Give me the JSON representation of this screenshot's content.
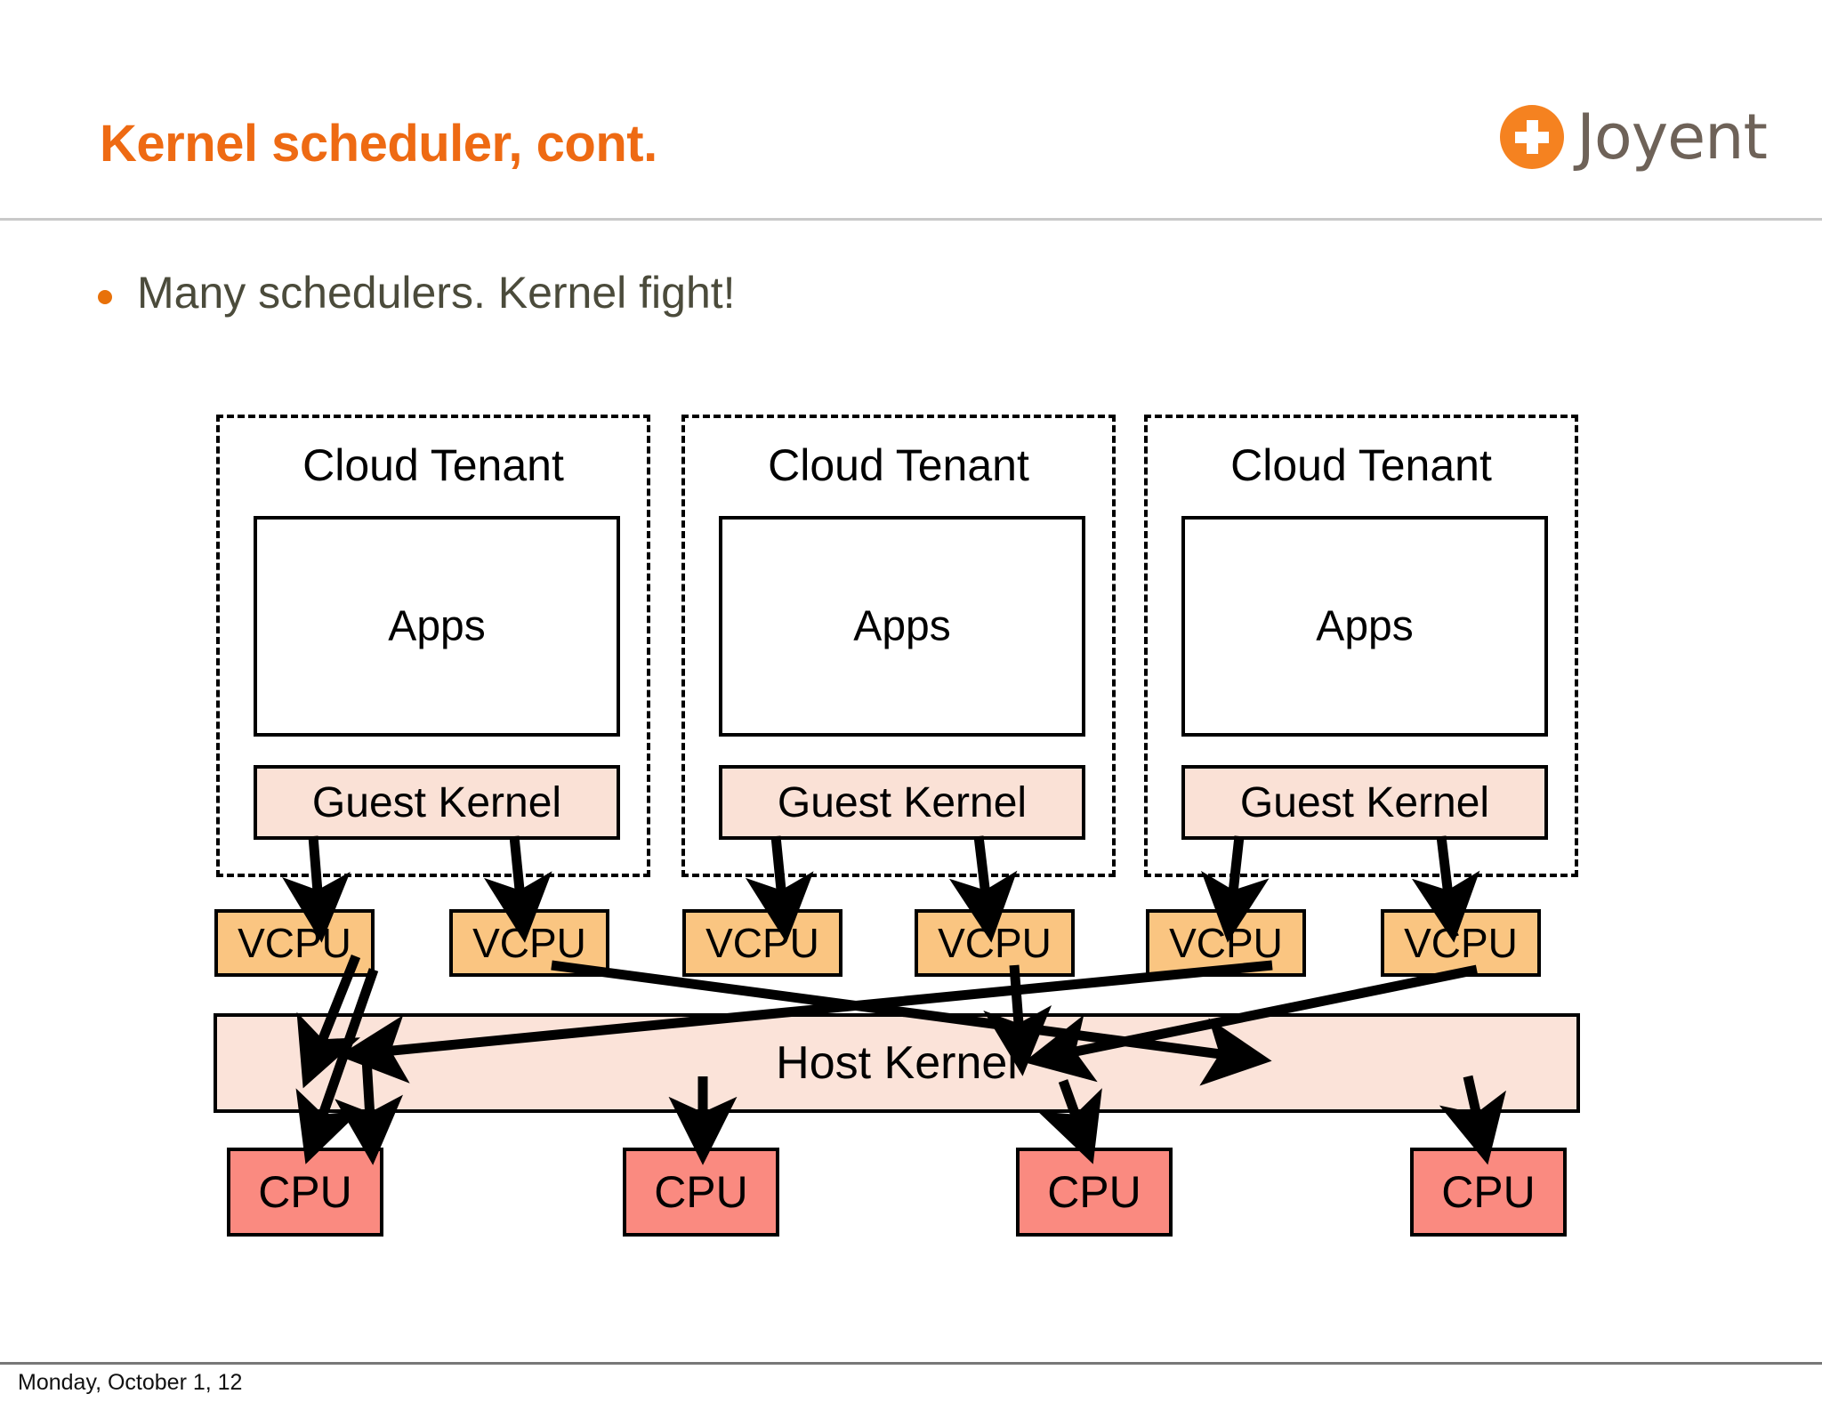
{
  "slide": {
    "title": "Kernel scheduler, cont.",
    "accent_color": "#EE6A13",
    "bullets": [
      {
        "text": "Many schedulers. Kernel fight!",
        "dot_color": "#E8710A"
      }
    ],
    "footer": "Monday, October 1, 12"
  },
  "logo": {
    "wordmark": "Joyent",
    "mark_icon": "plus-circle-icon",
    "mark_color": "#F58220",
    "word_color": "#6E6258"
  },
  "diagram": {
    "tenants": [
      {
        "label": "Cloud Tenant",
        "apps": "Apps",
        "guest_kernel": "Guest Kernel"
      },
      {
        "label": "Cloud Tenant",
        "apps": "Apps",
        "guest_kernel": "Guest Kernel"
      },
      {
        "label": "Cloud Tenant",
        "apps": "Apps",
        "guest_kernel": "Guest Kernel"
      }
    ],
    "vcpus": [
      {
        "label": "VCPU"
      },
      {
        "label": "VCPU"
      },
      {
        "label": "VCPU"
      },
      {
        "label": "VCPU"
      },
      {
        "label": "VCPU"
      },
      {
        "label": "VCPU"
      }
    ],
    "host_kernel": {
      "label": "Host Kernel"
    },
    "cpus": [
      {
        "label": "CPU"
      },
      {
        "label": "CPU"
      },
      {
        "label": "CPU"
      },
      {
        "label": "CPU"
      }
    ],
    "colors": {
      "tenant_border": "#000000",
      "apps_fill": "#FFFFFF",
      "guest_kernel_fill": "#FAE1D6",
      "vcpu_fill": "#FAC581",
      "host_kernel_fill": "#FBE3D9",
      "cpu_fill": "#FA8A80"
    }
  }
}
